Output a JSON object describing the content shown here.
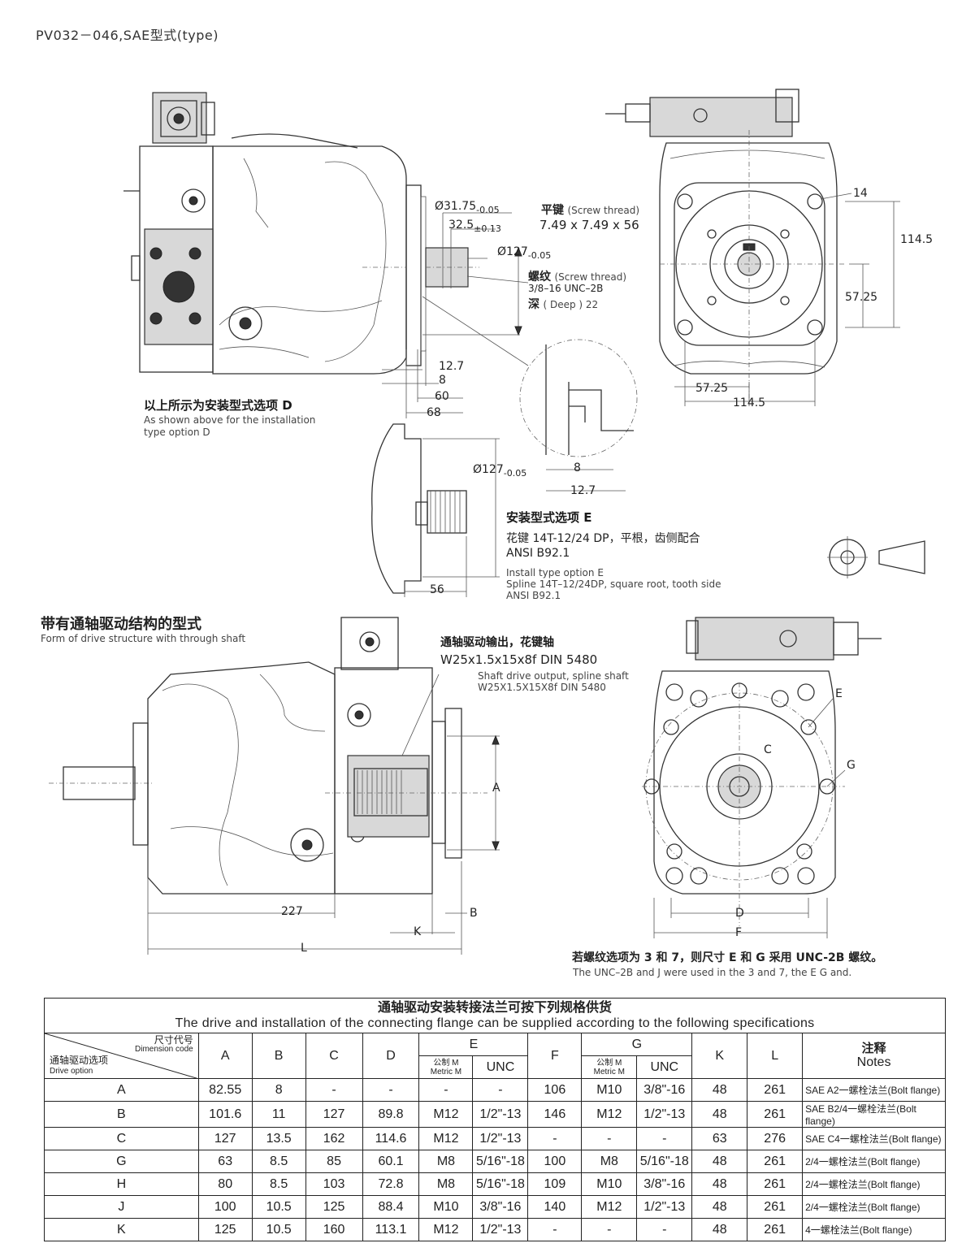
{
  "header": {
    "title": "PV032－046,SAE型式(type)"
  },
  "top_front": {
    "dims": {
      "d1": "Ø31.75",
      "d1_tol": "-0.05",
      "d2": "32.5",
      "d2_tol": "±0.13",
      "d3": "Ø127",
      "d3_tol": "-0.05",
      "key_cn": "平键",
      "key_en": "(Screw thread)",
      "key_size": "7.49 x 7.49 x 56",
      "thread_cn": "螺纹",
      "thread_en": "(Screw thread)",
      "thread_size": "3/8–16 UNC–2B",
      "deep_cn": "深",
      "deep_en": "( Deep ) 22",
      "h1": "12.7",
      "h2": "8",
      "h3": "60",
      "h4": "68"
    },
    "caption_cn": "以上所示为安装型式选项 D",
    "caption_en1": "As shown above for the installation",
    "caption_en2": "type option D"
  },
  "top_side": {
    "d14": "14",
    "v114": "114.5",
    "v57": "57.25",
    "h57": "57.25",
    "h114": "114.5"
  },
  "option_e": {
    "d127": "Ø127",
    "d127_tol": "-0.05",
    "w8": "8",
    "w12": "12.7",
    "w56": "56",
    "title_cn": "安装型式选项 E",
    "spline_cn": "花键 14T-12/24 DP，平根，齿侧配合",
    "ansi": "ANSI B92.1",
    "en1": "Install type option E",
    "en2": "Spline 14T–12/24DP, square root, tooth side",
    "en3": "ANSI B92.1"
  },
  "through": {
    "title_cn": "带有通轴驱动结构的型式",
    "title_en": "Form of drive structure with through shaft",
    "out_cn": "通轴驱动输出，花键轴",
    "out_spec": "W25x1.5x15x8f DIN 5480",
    "out_en1": "Shaft drive output, spline shaft",
    "out_en2": "W25X1.5X15X8f DIN 5480",
    "d227": "227",
    "dK": "K",
    "dB": "B",
    "dL": "L",
    "dA": "A",
    "sE": "E",
    "sG": "G",
    "sC": "C",
    "sD": "D",
    "sF": "F",
    "note_cn": "若螺纹选项为 3 和 7，则尺寸 E 和 G 采用 UNC-2B 螺纹。",
    "note_en": "The UNC–2B and J were used in the 3 and 7, the E G and."
  },
  "table": {
    "caption_cn": "通轴驱动安装转接法兰可按下列规格供货",
    "caption_en": "The drive and installation of the connecting flange can be supplied according to the following specifications",
    "diag_top_cn": "尺寸代号",
    "diag_top_en": "Dimension code",
    "diag_bot_cn": "通轴驱动选项",
    "diag_bot_en": "Drive option",
    "cols": {
      "A": "A",
      "B": "B",
      "C": "C",
      "D": "D",
      "E": "E",
      "F": "F",
      "G": "G",
      "K": "K",
      "L": "L"
    },
    "metric_cn": "公制 M",
    "metric_en": "Metric M",
    "unc": "UNC",
    "notes_cn": "注释",
    "notes_en": "Notes",
    "rows": [
      [
        "A",
        "82.55",
        "8",
        "-",
        "-",
        "-",
        "-",
        "106",
        "M10",
        "3/8\"-16",
        "48",
        "261",
        "SAE A2一螺栓法兰(Bolt flange)"
      ],
      [
        "B",
        "101.6",
        "11",
        "127",
        "89.8",
        "M12",
        "1/2\"-13",
        "146",
        "M12",
        "1/2\"-13",
        "48",
        "261",
        "SAE B2/4一螺栓法兰(Bolt flange)"
      ],
      [
        "C",
        "127",
        "13.5",
        "162",
        "114.6",
        "M12",
        "1/2\"-13",
        "-",
        "-",
        "-",
        "63",
        "276",
        "SAE C4一螺栓法兰(Bolt flange)"
      ],
      [
        "G",
        "63",
        "8.5",
        "85",
        "60.1",
        "M8",
        "5/16\"-18",
        "100",
        "M8",
        "5/16\"-18",
        "48",
        "261",
        "2/4一螺栓法兰(Bolt flange)"
      ],
      [
        "H",
        "80",
        "8.5",
        "103",
        "72.8",
        "M8",
        "5/16\"-18",
        "109",
        "M10",
        "3/8\"-16",
        "48",
        "261",
        "2/4一螺栓法兰(Bolt flange)"
      ],
      [
        "J",
        "100",
        "10.5",
        "125",
        "88.4",
        "M10",
        "3/8\"-16",
        "140",
        "M12",
        "1/2\"-13",
        "48",
        "261",
        "2/4一螺栓法兰(Bolt flange)"
      ],
      [
        "K",
        "125",
        "10.5",
        "160",
        "113.1",
        "M12",
        "1/2\"-13",
        "-",
        "-",
        "-",
        "48",
        "261",
        "4一螺栓法兰(Bolt flange)"
      ]
    ]
  }
}
